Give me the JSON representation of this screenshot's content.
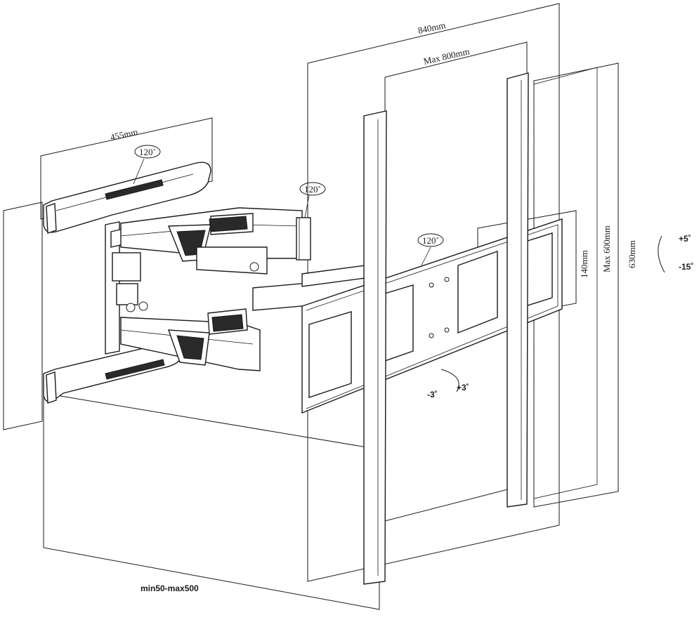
{
  "labels": {
    "width_840": "840mm",
    "width_max800": "Max 800mm",
    "wall_plate_455": "455mm",
    "rotation_wall": "120˚",
    "rotation_arm": "120˚",
    "rotation_plate": "120˚",
    "height_140": "140mm",
    "height_max600": "Max 600mm",
    "height_630": "630mm",
    "tilt_up": "+5˚",
    "tilt_down": "-15˚",
    "swivel_left": "-3˚",
    "swivel_right": "+3˚",
    "extension": "min50-max500"
  },
  "colors": {
    "line": "#1a1a1a",
    "background": "#ffffff",
    "shade": "#555555"
  }
}
